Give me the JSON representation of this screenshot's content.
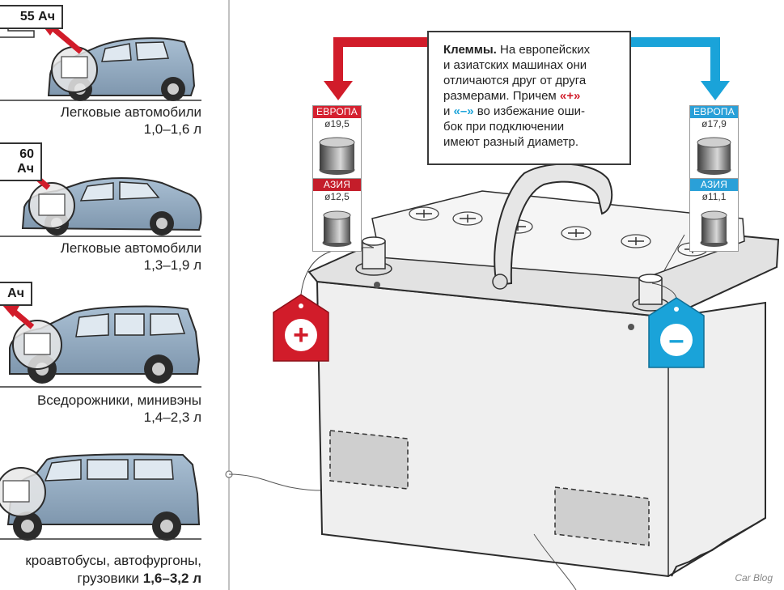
{
  "cars": [
    {
      "capacity": "55 Ач",
      "type": "Легковые автомобили",
      "volume": "1,0–1,6 л"
    },
    {
      "capacity": "60 Ач",
      "type": "Легковые автомобили",
      "volume": "1,3–1,9 л"
    },
    {
      "capacity": "Ач",
      "type": "Вседорожники, минивэны",
      "volume": "1,4–2,3 л"
    },
    {
      "capacity": "",
      "type": "кроавтобусы, автофургоны,",
      "type2": "грузовики",
      "volume": "1,6–3,2 л"
    }
  ],
  "callout": {
    "title": "Клеммы.",
    "line1": " На европейских",
    "line2": "и азиатских машинах они",
    "line3": "отличаются друг от друга",
    "line4a": "размерами. Причем ",
    "plus": "«+»",
    "line5a": "и ",
    "minus": "«–»",
    "line5b": " во избежание оши-",
    "line6": "бок при подключении",
    "line7": "имеют разный диаметр."
  },
  "terminals": {
    "positive": {
      "europe_label": "ЕВРОПА",
      "europe_diameter": "ø19,5",
      "asia_label": "АЗИЯ",
      "asia_diameter": "ø12,5"
    },
    "negative": {
      "europe_label": "ЕВРОПА",
      "europe_diameter": "ø17,9",
      "asia_label": "АЗИЯ",
      "asia_diameter": "ø11,1"
    }
  },
  "tags": {
    "plus_symbol": "+",
    "minus_symbol": "–"
  },
  "colors": {
    "positive": "#d11c2a",
    "negative": "#1aa3d9",
    "car_body": "#8fa7bd",
    "battery": "#eeeeee",
    "outline": "#2b2b2b"
  },
  "watermark": "Car Blog"
}
